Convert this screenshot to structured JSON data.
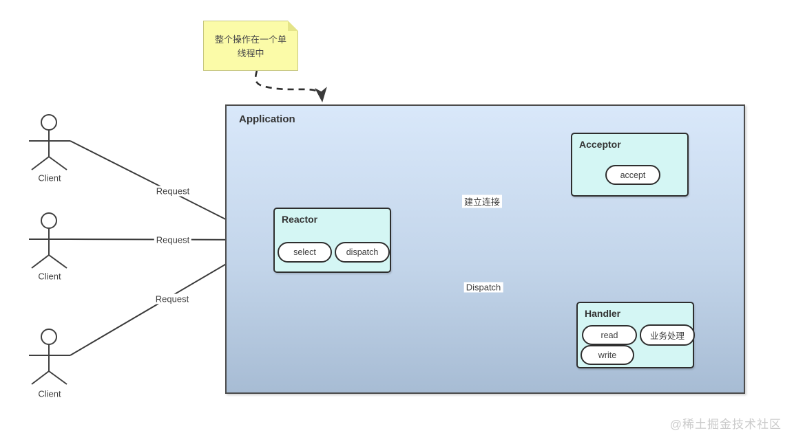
{
  "note": {
    "text": "整个操作在一个单线程中"
  },
  "application": {
    "title": "Application"
  },
  "actors": [
    {
      "label": "Client"
    },
    {
      "label": "Client"
    },
    {
      "label": "Client"
    }
  ],
  "edges": [
    {
      "id": "request-1",
      "label": "Request"
    },
    {
      "id": "request-2",
      "label": "Request"
    },
    {
      "id": "request-3",
      "label": "Request"
    },
    {
      "id": "establish-connection",
      "label": "建立连接"
    },
    {
      "id": "dispatch",
      "label": "Dispatch"
    }
  ],
  "nodes": {
    "reactor": {
      "title": "Reactor",
      "ops": [
        "select",
        "dispatch"
      ]
    },
    "acceptor": {
      "title": "Acceptor",
      "ops": [
        "accept"
      ]
    },
    "handler": {
      "title": "Handler",
      "ops": [
        "read",
        "业务处理",
        "write"
      ]
    }
  },
  "watermark": {
    "text": "@稀土掘金技术社区"
  },
  "colors": {
    "node_fill": "#d4f6f4",
    "app_gradient_top": "#d9e8fa",
    "app_gradient_bottom": "#a7bcd4",
    "note_fill": "#fbfba8",
    "line": "#3a3a3a",
    "watermark": "#cbcbcb"
  }
}
